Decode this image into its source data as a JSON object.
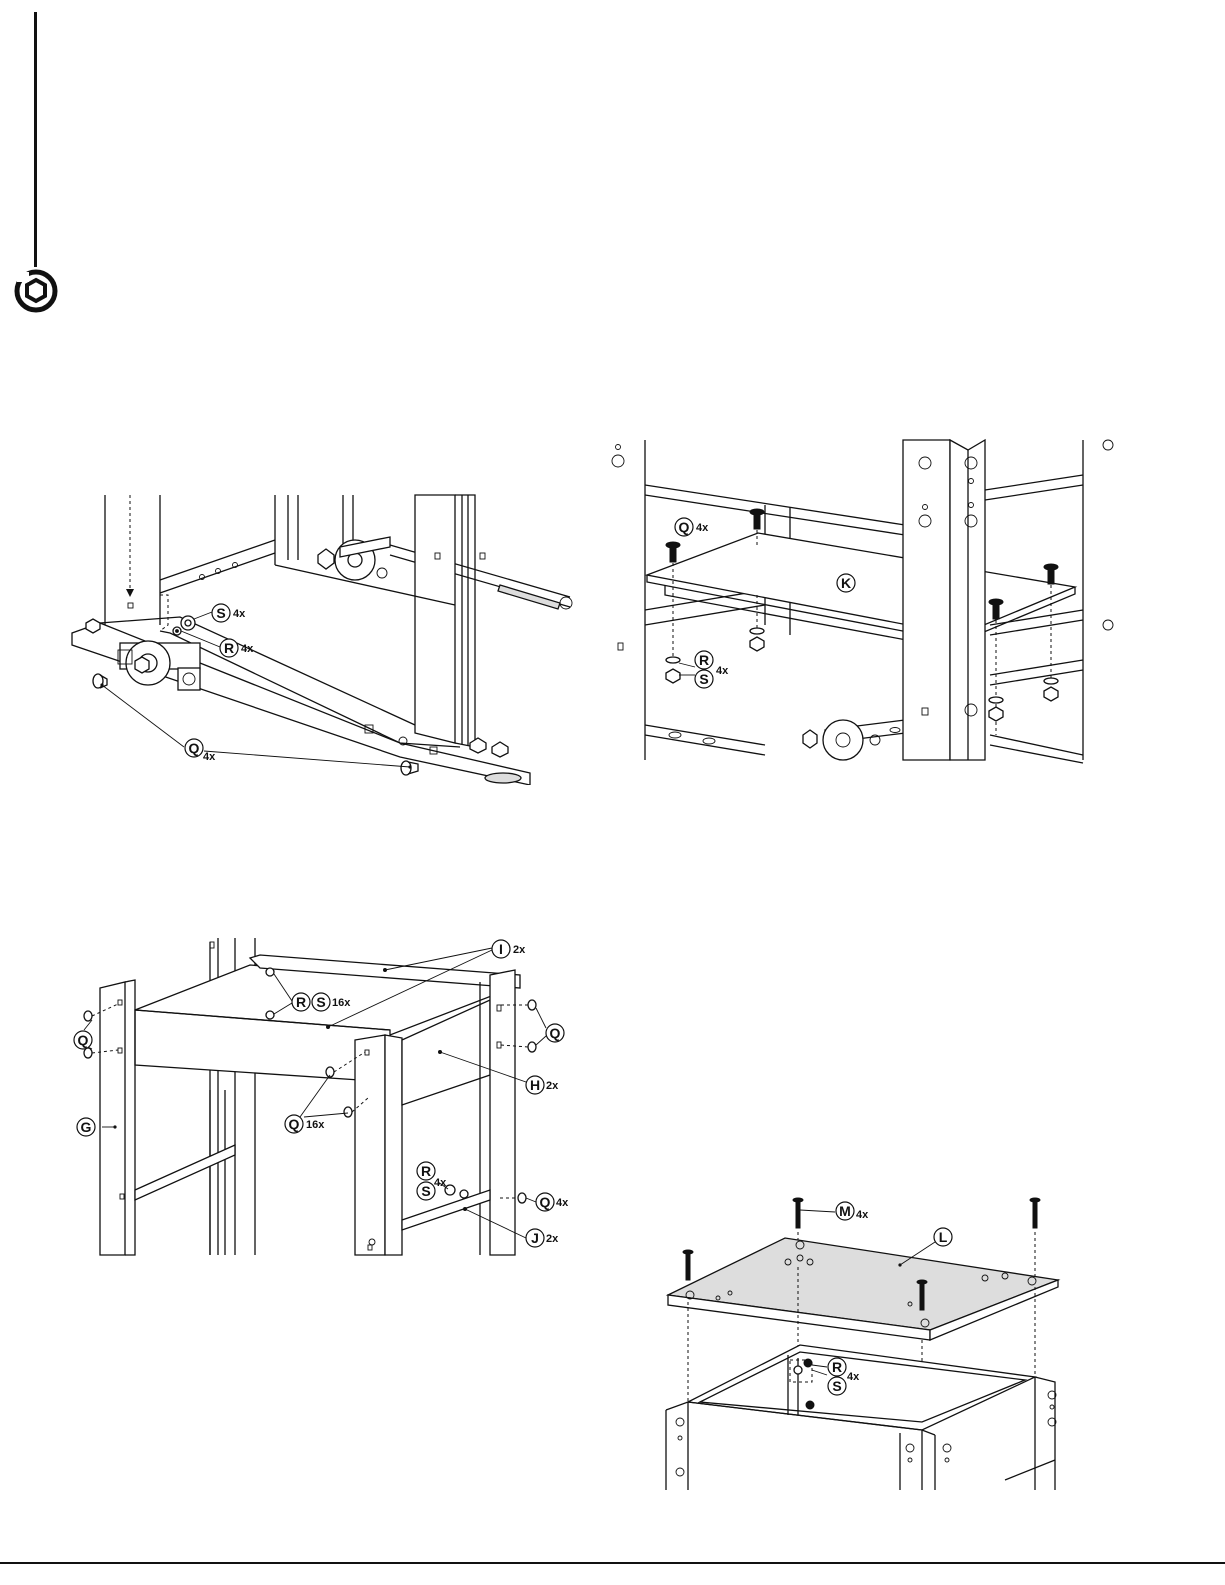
{
  "step_marker": {
    "icon": "hex-nut-step-icon"
  },
  "panels": {
    "wheel_base": {
      "callouts": [
        {
          "letter": "S",
          "qty": "4x"
        },
        {
          "letter": "R",
          "qty": "4x"
        },
        {
          "letter": "Q",
          "qty": "4x"
        }
      ]
    },
    "shelf_install": {
      "callouts": [
        {
          "letter": "Q",
          "qty": "4x"
        },
        {
          "letter": "K",
          "qty": ""
        },
        {
          "letter": "R",
          "qty": "4x"
        },
        {
          "letter": "S",
          "qty": ""
        }
      ]
    },
    "frame_assembly": {
      "callouts": [
        {
          "letter": "I",
          "qty": "2x"
        },
        {
          "letter": "R",
          "qty": ""
        },
        {
          "letter": "S",
          "qty": "16x"
        },
        {
          "letter": "Q",
          "qty": ""
        },
        {
          "letter": "Q",
          "qty": ""
        },
        {
          "letter": "H",
          "qty": "2x"
        },
        {
          "letter": "G",
          "qty": ""
        },
        {
          "letter": "Q",
          "qty": "16x"
        },
        {
          "letter": "R",
          "qty": "4x"
        },
        {
          "letter": "S",
          "qty": ""
        },
        {
          "letter": "Q",
          "qty": "4x"
        },
        {
          "letter": "J",
          "qty": "2x"
        }
      ]
    },
    "top_plate": {
      "callouts": [
        {
          "letter": "M",
          "qty": "4x"
        },
        {
          "letter": "L",
          "qty": ""
        },
        {
          "letter": "R",
          "qty": "4x"
        },
        {
          "letter": "S",
          "qty": ""
        }
      ]
    }
  }
}
